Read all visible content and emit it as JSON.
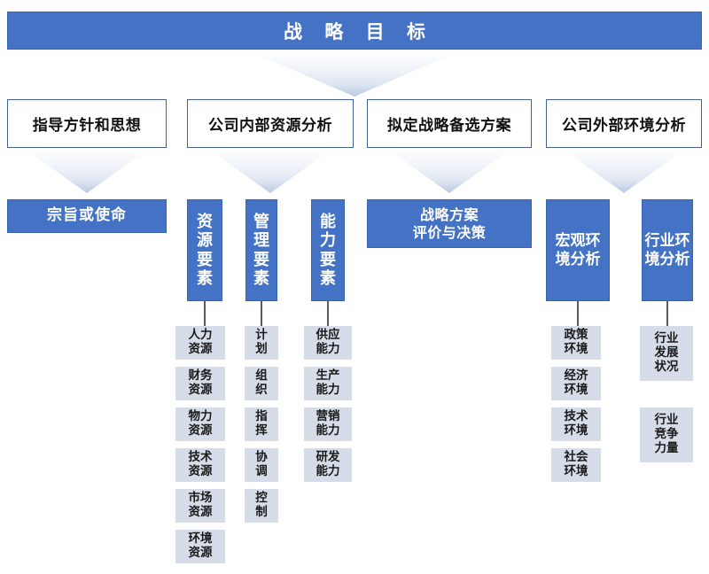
{
  "title": {
    "text": "战 略 目 标"
  },
  "colors": {
    "primary_blue": "#4472C4",
    "leaf_fill": "#D6DCE8",
    "header_border": "#44618f",
    "connector": "#5a5a5a"
  },
  "headers": [
    {
      "label": "指导方针和思想"
    },
    {
      "label": "公司内部资源分析"
    },
    {
      "label": "拟定战略备选方案"
    },
    {
      "label": "公司外部环境分析"
    }
  ],
  "blocks": {
    "mission": {
      "label": "宗旨或使命"
    },
    "evaluation": {
      "line1": "战略方案",
      "line2": "评价与决策"
    }
  },
  "columns": [
    {
      "key": "resource-elements",
      "label": "资源要素",
      "items": [
        {
          "line1": "人力",
          "line2": "资源"
        },
        {
          "line1": "财务",
          "line2": "资源"
        },
        {
          "line1": "物力",
          "line2": "资源"
        },
        {
          "line1": "技术",
          "line2": "资源"
        },
        {
          "line1": "市场",
          "line2": "资源"
        },
        {
          "line1": "环境",
          "line2": "资源"
        }
      ]
    },
    {
      "key": "management-elements",
      "label": "管理要素",
      "items": [
        {
          "line1": "计",
          "line2": "划"
        },
        {
          "line1": "组",
          "line2": "织"
        },
        {
          "line1": "指",
          "line2": "挥"
        },
        {
          "line1": "协",
          "line2": "调"
        },
        {
          "line1": "控",
          "line2": "制"
        }
      ]
    },
    {
      "key": "capability-elements",
      "label": "能力要素",
      "items": [
        {
          "line1": "供应",
          "line2": "能力"
        },
        {
          "line1": "生产",
          "line2": "能力"
        },
        {
          "line1": "营销",
          "line2": "能力"
        },
        {
          "line1": "研发",
          "line2": "能力"
        }
      ]
    },
    {
      "key": "macro-environment",
      "label": "宏观环境分析",
      "items": [
        {
          "line1": "政策",
          "line2": "环境"
        },
        {
          "line1": "经济",
          "line2": "环境"
        },
        {
          "line1": "技术",
          "line2": "环境"
        },
        {
          "line1": "社会",
          "line2": "环境"
        }
      ]
    },
    {
      "key": "industry-environment",
      "label": "行业环境分析",
      "items": [
        {
          "line1": "行业",
          "line2": "发展",
          "line3": "状况"
        },
        {
          "line1": "行业",
          "line2": "竞争",
          "line3": "力量"
        }
      ]
    }
  ]
}
